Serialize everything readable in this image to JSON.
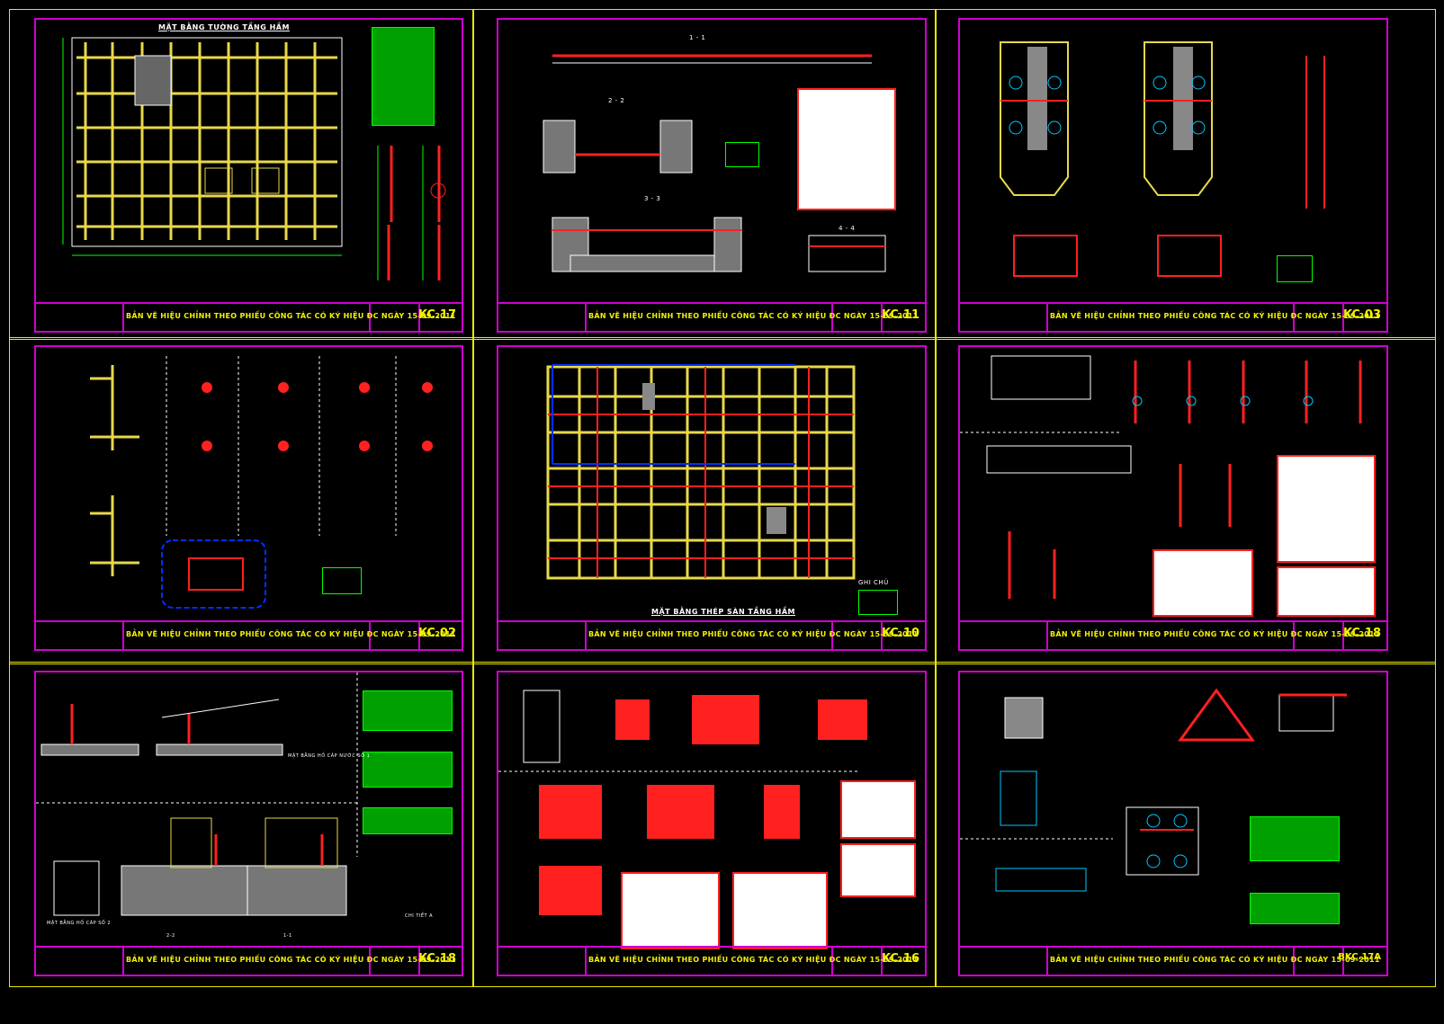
{
  "colors": {
    "grid": "#e8e800",
    "frame": "#d000d0",
    "beam": "#e8d84a",
    "rebar": "#ff2020",
    "dim": "#00ff00",
    "axis": "#00c8ff",
    "note": "#00ff00"
  },
  "sheets": [
    {
      "code": "KC.17",
      "title": "BẢN VẼ HIỆU CHỈNH THEO PHIẾU CÔNG TÁC CÓ KÝ HIỆU ĐC NGÀY  15-09-2011",
      "plan_title": "MẶT BẰNG TƯỜNG TẦNG HẦM"
    },
    {
      "code": "KC.11",
      "title": "BẢN VẼ HIỆU CHỈNH THEO PHIẾU CÔNG TÁC CÓ KÝ HIỆU ĐC NGÀY  15-09-2011",
      "section_labels": [
        "1 - 1",
        "2 - 2",
        "3 - 3",
        "4 - 4"
      ]
    },
    {
      "code": "KC.03",
      "title": "BẢN VẼ HIỆU CHỈNH THEO PHIẾU CÔNG TÁC CÓ KÝ HIỆU ĐC NGÀY  15-09-2011"
    },
    {
      "code": "KC.02",
      "title": "BẢN VẼ HIỆU CHỈNH THEO PHIẾU CÔNG TÁC CÓ KÝ HIỆU ĐC NGÀY  15-09-2011"
    },
    {
      "code": "KC.10",
      "title": "BẢN VẼ HIỆU CHỈNH THEO PHIẾU CÔNG TÁC CÓ KÝ HIỆU ĐC NGÀY  15-09-2011",
      "plan_title": "MẶT BẰNG THÉP SÀN TẦNG HẦM",
      "note_label": "GHI CHÚ"
    },
    {
      "code": "KC.18",
      "title": "BẢN VẼ HIỆU CHỈNH THEO PHIẾU CÔNG TÁC CÓ KÝ HIỆU ĐC NGÀY  15-09-2011"
    },
    {
      "code": "KC.18",
      "title": "BẢN VẼ HIỆU CHỈNH THEO PHIẾU CÔNG TÁC CÓ KÝ HIỆU ĐC NGÀY  15-09-2011",
      "labels": [
        "MẶT BẰNG HỐ CÁP NƯỚC SỐ 1",
        "MẶT BẰNG HỐ CÁP SỐ 2",
        "CHI TIẾT A",
        "2-2",
        "1-1"
      ]
    },
    {
      "code": "KC.16",
      "title": "BẢN VẼ HIỆU CHỈNH THEO PHIẾU CÔNG TÁC CÓ KÝ HIỆU ĐC NGÀY  15-09-2011"
    },
    {
      "code": "BKC.17A",
      "title": "BẢN VẼ HIỆU CHỈNH THEO PHIẾU CÔNG TÁC CÓ KÝ HIỆU ĐC NGÀY  15-09-2011"
    }
  ]
}
